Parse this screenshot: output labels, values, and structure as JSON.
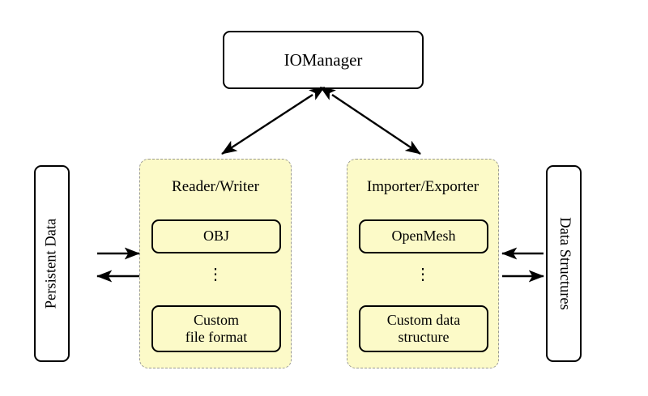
{
  "diagram": {
    "title": "IOManager architecture diagram",
    "colors": {
      "panel_fill": "#fcfac8",
      "panel_border": "#9a9a93",
      "box_border": "#000000",
      "box_fill": "#ffffff",
      "background": "#ffffff",
      "arrow": "#000000"
    },
    "manager": {
      "label": "IOManager"
    },
    "left_store": {
      "label": "Persistent Data",
      "orientation": "rotated-90-ccw"
    },
    "right_store": {
      "label": "Data Structures",
      "orientation": "rotated-90-cw"
    },
    "panels": [
      {
        "name": "reader-writer",
        "title": "Reader/Writer",
        "top_item": "OBJ",
        "ellipsis": "⋮",
        "bottom_item_line1": "Custom",
        "bottom_item_line2": "file format"
      },
      {
        "name": "importer-exporter",
        "title": "Importer/Exporter",
        "top_item": "OpenMesh",
        "ellipsis": "⋮",
        "bottom_item_line1": "Custom data",
        "bottom_item_line2": "structure"
      }
    ],
    "connections": [
      {
        "name": "manager-to-reader-writer",
        "from": "IOManager",
        "to": "Reader/Writer",
        "style": "double-headed-arrow"
      },
      {
        "name": "manager-to-importer-exporter",
        "from": "IOManager",
        "to": "Importer/Exporter",
        "style": "double-headed-arrow"
      },
      {
        "name": "persistent-data-to-reader-writer",
        "from": "Persistent Data",
        "to": "Reader/Writer",
        "style": "single-arrow-right"
      },
      {
        "name": "reader-writer-to-persistent-data",
        "from": "Reader/Writer",
        "to": "Persistent Data",
        "style": "single-arrow-left"
      },
      {
        "name": "data-structures-to-importer-exporter",
        "from": "Data Structures",
        "to": "Importer/Exporter",
        "style": "single-arrow-left"
      },
      {
        "name": "importer-exporter-to-data-structures",
        "from": "Importer/Exporter",
        "to": "Data Structures",
        "style": "single-arrow-right"
      }
    ]
  }
}
